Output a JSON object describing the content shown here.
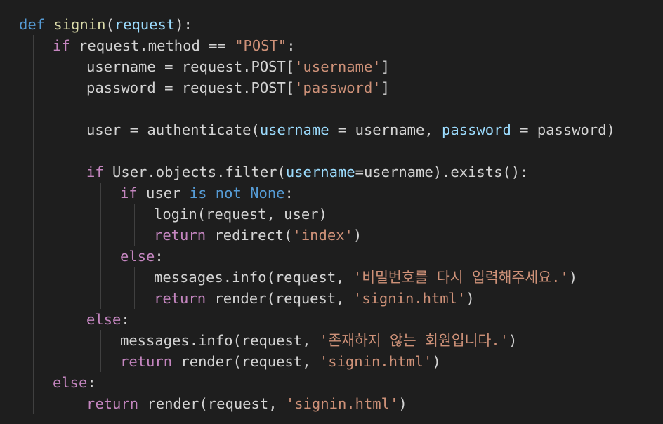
{
  "editor": {
    "language": "python",
    "colors": {
      "background": "#1e1e1e",
      "default": "#d4d4d4",
      "keyword_blue": "#569cd6",
      "keyword_control": "#c586c0",
      "function": "#dcdcaa",
      "parameter": "#9cdcfe",
      "string": "#ce9178",
      "indent_guide": "#404040"
    },
    "lines": [
      {
        "indent": 0,
        "tokens": [
          {
            "t": "def",
            "c": "kw-blue"
          },
          {
            "t": " ",
            "c": "punc"
          },
          {
            "t": "signin",
            "c": "fn"
          },
          {
            "t": "(",
            "c": "punc"
          },
          {
            "t": "request",
            "c": "param"
          },
          {
            "t": "):",
            "c": "punc"
          }
        ]
      },
      {
        "indent": 1,
        "tokens": [
          {
            "t": "if",
            "c": "kw-purple"
          },
          {
            "t": " request.method == ",
            "c": "punc"
          },
          {
            "t": "\"POST\"",
            "c": "str"
          },
          {
            "t": ":",
            "c": "punc"
          }
        ]
      },
      {
        "indent": 2,
        "tokens": [
          {
            "t": "username = request.POST[",
            "c": "punc"
          },
          {
            "t": "'username'",
            "c": "str"
          },
          {
            "t": "]",
            "c": "punc"
          }
        ]
      },
      {
        "indent": 2,
        "tokens": [
          {
            "t": "password = request.POST[",
            "c": "punc"
          },
          {
            "t": "'password'",
            "c": "str"
          },
          {
            "t": "]",
            "c": "punc"
          }
        ]
      },
      {
        "indent": 2,
        "tokens": []
      },
      {
        "indent": 2,
        "tokens": [
          {
            "t": "user = authenticate(",
            "c": "punc"
          },
          {
            "t": "username",
            "c": "param"
          },
          {
            "t": " = username, ",
            "c": "punc"
          },
          {
            "t": "password",
            "c": "param"
          },
          {
            "t": " = password)",
            "c": "punc"
          }
        ]
      },
      {
        "indent": 2,
        "tokens": []
      },
      {
        "indent": 2,
        "tokens": [
          {
            "t": "if",
            "c": "kw-purple"
          },
          {
            "t": " User.objects.filter(",
            "c": "punc"
          },
          {
            "t": "username",
            "c": "param"
          },
          {
            "t": "=username).exists():",
            "c": "punc"
          }
        ]
      },
      {
        "indent": 3,
        "tokens": [
          {
            "t": "if",
            "c": "kw-purple"
          },
          {
            "t": " user ",
            "c": "punc"
          },
          {
            "t": "is",
            "c": "kw-blue"
          },
          {
            "t": " ",
            "c": "punc"
          },
          {
            "t": "not",
            "c": "kw-blue"
          },
          {
            "t": " ",
            "c": "punc"
          },
          {
            "t": "None",
            "c": "kw-blue"
          },
          {
            "t": ":",
            "c": "punc"
          }
        ]
      },
      {
        "indent": 4,
        "tokens": [
          {
            "t": "login(request, user)",
            "c": "punc"
          }
        ]
      },
      {
        "indent": 4,
        "tokens": [
          {
            "t": "return",
            "c": "kw-purple"
          },
          {
            "t": " redirect(",
            "c": "punc"
          },
          {
            "t": "'index'",
            "c": "str"
          },
          {
            "t": ")",
            "c": "punc"
          }
        ]
      },
      {
        "indent": 3,
        "tokens": [
          {
            "t": "else",
            "c": "kw-purple"
          },
          {
            "t": ":",
            "c": "punc"
          }
        ]
      },
      {
        "indent": 4,
        "tokens": [
          {
            "t": "messages.info(request, ",
            "c": "punc"
          },
          {
            "t": "'비밀번호를 다시 입력해주세요.'",
            "c": "str"
          },
          {
            "t": ")",
            "c": "punc"
          }
        ]
      },
      {
        "indent": 4,
        "tokens": [
          {
            "t": "return",
            "c": "kw-purple"
          },
          {
            "t": " render(request, ",
            "c": "punc"
          },
          {
            "t": "'signin.html'",
            "c": "str"
          },
          {
            "t": ")",
            "c": "punc"
          }
        ]
      },
      {
        "indent": 2,
        "tokens": [
          {
            "t": "else",
            "c": "kw-purple"
          },
          {
            "t": ":",
            "c": "punc"
          }
        ]
      },
      {
        "indent": 3,
        "tokens": [
          {
            "t": "messages.info(request, ",
            "c": "punc"
          },
          {
            "t": "'존재하지 않는 회원입니다.'",
            "c": "str"
          },
          {
            "t": ")",
            "c": "punc"
          }
        ]
      },
      {
        "indent": 3,
        "tokens": [
          {
            "t": "return",
            "c": "kw-purple"
          },
          {
            "t": " render(request, ",
            "c": "punc"
          },
          {
            "t": "'signin.html'",
            "c": "str"
          },
          {
            "t": ")",
            "c": "punc"
          }
        ]
      },
      {
        "indent": 1,
        "tokens": [
          {
            "t": "else",
            "c": "kw-purple"
          },
          {
            "t": ":",
            "c": "punc"
          }
        ]
      },
      {
        "indent": 2,
        "tokens": [
          {
            "t": "return",
            "c": "kw-purple"
          },
          {
            "t": " render(request, ",
            "c": "punc"
          },
          {
            "t": "'signin.html'",
            "c": "str"
          },
          {
            "t": ")",
            "c": "punc"
          }
        ]
      }
    ]
  }
}
